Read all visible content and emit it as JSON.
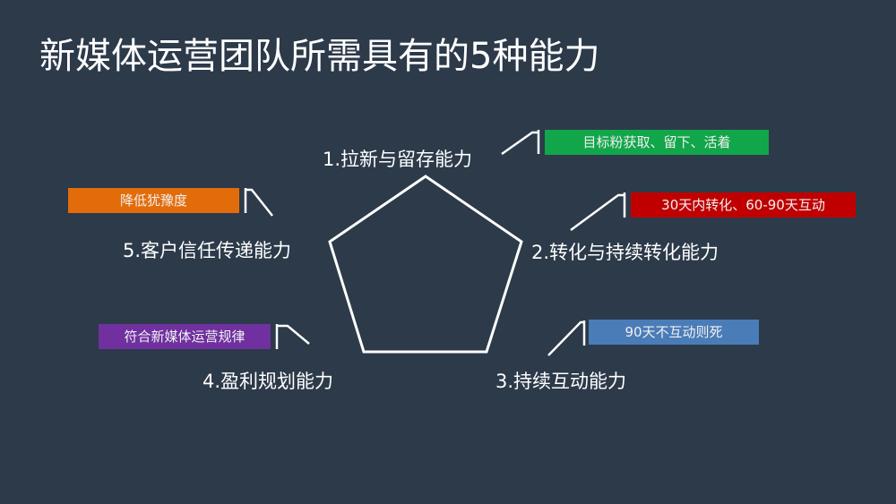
{
  "title": "新媒体运营团队所需具有的5种能力",
  "abilities": [
    {
      "label": "1.拉新与留存能力",
      "tag": "目标粉获取、留下、活着",
      "color": "#12a64a"
    },
    {
      "label": "2.转化与持续转化能力",
      "tag": "30天内转化、60-90天互动",
      "color": "#c00000"
    },
    {
      "label": "3.持续互动能力",
      "tag": "90天不互动则死",
      "color": "#4a7cb8"
    },
    {
      "label": "4.盈利规划能力",
      "tag": "符合新媒体运营规律",
      "color": "#7030a0"
    },
    {
      "label": "5.客户信任传递能力",
      "tag": "降低犹豫度",
      "color": "#e36c0a"
    }
  ]
}
